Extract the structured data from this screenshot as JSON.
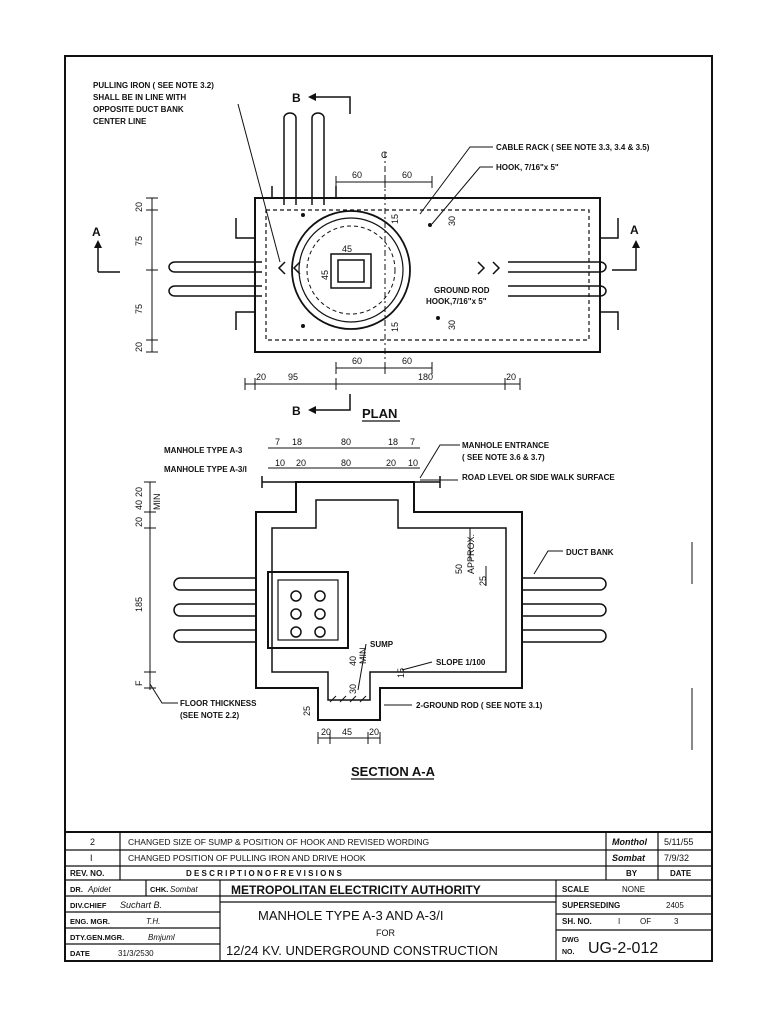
{
  "plan": {
    "title": "PLAN",
    "section_a_left": "A",
    "section_a_right": "A",
    "section_b_top": "B",
    "section_b_bottom": "B",
    "section_c": "C",
    "note_pulling_iron": [
      "PULLING IRON ( SEE NOTE 3.2)",
      "SHALL BE IN LINE WITH",
      "OPPOSITE DUCT BANK",
      "CENTER LINE"
    ],
    "note_cable_rack": "CABLE RACK ( SEE NOTE 3.3, 3.4 & 3.5)",
    "note_hook": "HOOK, 7/16\"x 5\"",
    "note_ground_rod": [
      "GROUND ROD",
      "HOOK,7/16\"x 5\""
    ],
    "dims": {
      "top_60a": "60",
      "top_60b": "60",
      "bot_60a": "60",
      "bot_60b": "60",
      "left_20a": "20",
      "left_75a": "75",
      "left_75b": "75",
      "left_20b": "20",
      "bottom_20a": "20",
      "bottom_95": "95",
      "bottom_180": "180",
      "bottom_20b": "20",
      "inner_15a": "15",
      "inner_30a": "30",
      "inner_15b": "15",
      "inner_30b": "30",
      "cover_45a": "45",
      "cover_45b": "45"
    }
  },
  "section": {
    "title": "SECTION A-A",
    "type_a3_label": "MANHOLE TYPE A-3",
    "type_a31_label": "MANHOLE TYPE A-3/I",
    "dims_a3": [
      "7",
      "18",
      "80",
      "18",
      "7"
    ],
    "dims_a31": [
      "10",
      "20",
      "80",
      "20",
      "10"
    ],
    "note_entrance": [
      "MANHOLE ENTRANCE",
      "( SEE NOTE 3.6 & 3.7)"
    ],
    "note_road": "ROAD LEVEL OR SIDE WALK SURFACE",
    "note_duct_bank": "DUCT BANK",
    "note_sump": "SUMP",
    "note_slope": "SLOPE 1/100",
    "note_floor": [
      "FLOOR THICKNESS",
      "(SEE NOTE 2.2)"
    ],
    "note_ground_rod": "2-GROUND ROD ( SEE NOTE 3.1)",
    "dims": {
      "v_20a": "20",
      "v_40min": "40",
      "v_min": "MIN",
      "v_20b": "20",
      "v_185": "185",
      "v_f": "F",
      "approx_50": "50",
      "approx": "APPROX.",
      "d25": "25",
      "sump_40": "40",
      "sump_min": "MIN",
      "d15": "15",
      "d30": "30",
      "d25b": "25",
      "bot_20a": "20",
      "bot_45": "45",
      "bot_20b": "20"
    }
  },
  "title_block": {
    "revisions": [
      {
        "no": "2",
        "desc": "CHANGED SIZE OF SUMP & POSITION OF HOOK AND REVISED WORDING",
        "by": "Monthol",
        "date": "5/11/55"
      },
      {
        "no": "I",
        "desc": "CHANGED POSITION OF PULLING IRON AND DRIVE HOOK",
        "by": "Sombat",
        "date": "7/9/32"
      }
    ],
    "header_rev_no": "REV. NO.",
    "header_description": "D E S C R I P T I O N          O F          R E V I S I O N S",
    "header_by": "BY",
    "header_date": "DATE",
    "dr_label": "DR.",
    "dr_value": "Apidet",
    "chk_label": "CHK.",
    "chk_value": "Sombat",
    "div_chief_label": "DIV.CHIEF",
    "div_chief_value": "Suchart B.",
    "eng_mgr_label": "ENG. MGR.",
    "eng_mgr_value": "T.H.",
    "dty_gen_mgr_label": "DTY.GEN.MGR.",
    "dty_gen_mgr_value": "Bmjuml",
    "date_label": "DATE",
    "date_value": "31/3/2530",
    "authority": "METROPOLITAN ELECTRICITY AUTHORITY",
    "title_line1": "MANHOLE TYPE A-3 AND A-3/I",
    "title_line2": "FOR",
    "title_line3": "12/24 KV. UNDERGROUND CONSTRUCTION",
    "scale_label": "SCALE",
    "scale_value": "NONE",
    "supersedes_label": "SUPERSEDING",
    "supersedes_value": "2405",
    "sh_no_label": "SH. NO.",
    "sh_no_value": "I",
    "of_label": "OF",
    "of_value": "3",
    "dwg_label_a": "DWG",
    "dwg_label_b": "NO.",
    "dwg_no": "UG-2-012"
  }
}
